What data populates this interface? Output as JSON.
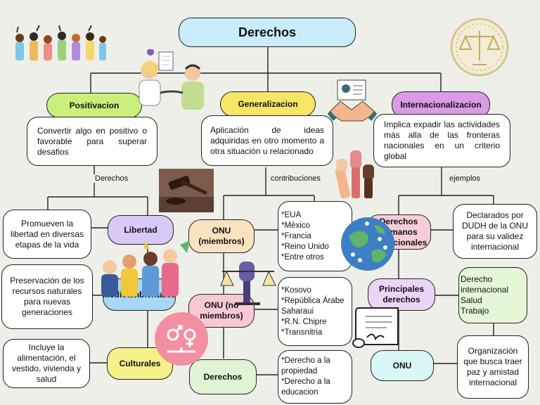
{
  "root": {
    "label": "Derechos"
  },
  "categories": [
    {
      "label": "Positivacion",
      "color": "#c8f07a"
    },
    {
      "label": "Generalizacion",
      "color": "#f6e566"
    },
    {
      "label": "Internacionalizacion",
      "color": "#d99ae6"
    }
  ],
  "descriptions": [
    "Convertir algo en positivo o favorable para superar desafios",
    "Aplicación de ideas adquiridas en otro momento a otra situación u relacionado",
    "Implica expadir las actividades más alla de las fronteras nacionales en un criterio global"
  ],
  "edge_labels": [
    "Derechos",
    "contribuciones",
    "ejemplos"
  ],
  "positivacion": {
    "items": [
      {
        "label": "Libertad",
        "color": "#d9c9f7",
        "desc": "Promueven la libertad en diversas etapas de la vida"
      },
      {
        "label": "Medioambientales",
        "color": "#a9d8f7",
        "desc": "Preservación de los recursos naturales para nuevas generaciones"
      },
      {
        "label": "Culturales",
        "color": "#f6f08a",
        "desc": "Incluye la alimentación, el vestido, vivienda y salud"
      }
    ]
  },
  "generalizacion": {
    "items": [
      {
        "label": "ONU (miembros)",
        "color": "#f9e2c0",
        "list": "*EUA\n*México\n*Francia\n*Reino Unido\n*Entre otros"
      },
      {
        "label": "ONU (no miembros)",
        "color": "#f7c9d6",
        "list": "*Kosovo\n*República Árabe Saharaui\n*R.N. Chipre\n*Transnitria"
      },
      {
        "label": "Derechos",
        "color": "#dff5d4",
        "list": "*Derecho a la propiedad\n*Derecho a la educacion"
      }
    ]
  },
  "internacionalizacion": {
    "items": [
      {
        "label": "Derechos humanos Iternacionales",
        "color": "#f7cdd9",
        "desc": "Declarados por DUDH de la ONU para su validez internacional"
      },
      {
        "label": "Principales derechos",
        "color": "#ecd4f7",
        "desc": "Derecho internacional\nSalud\nTrabajo"
      },
      {
        "label": "ONU",
        "color": "#d9f7f6",
        "desc": "Organización que busca traer paz y amistad internacional"
      }
    ]
  },
  "icons": [
    "protest-crowd-icon",
    "justice-scale-badge-icon",
    "people-meeting-icon",
    "handshake-document-icon",
    "raised-fists-icon",
    "gavel-icon",
    "globe-people-icon",
    "diverse-group-icon",
    "scale-fist-icon",
    "gender-equality-icon",
    "contract-scroll-icon"
  ]
}
